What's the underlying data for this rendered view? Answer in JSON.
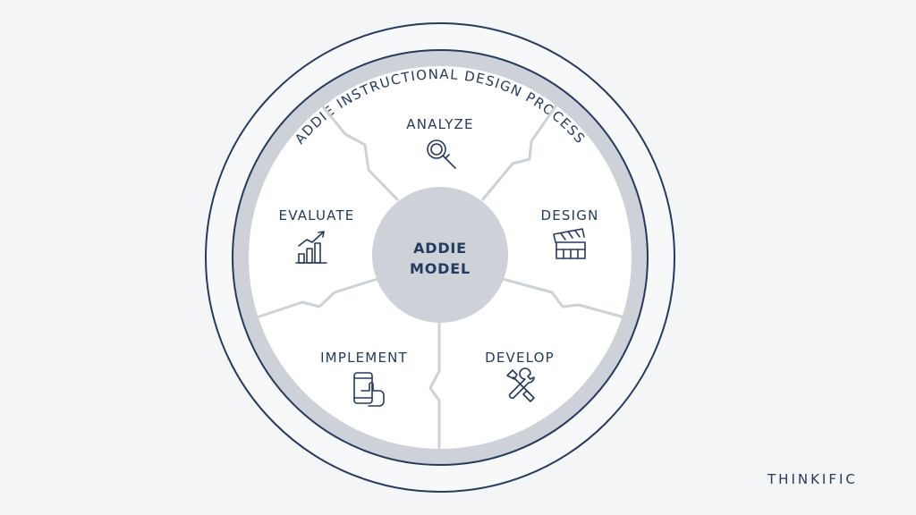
{
  "diagram": {
    "ring_title": "ADDIE INSTRUCTIONAL DESIGN PROCESS",
    "center": {
      "line1": "ADDIE",
      "line2": "MODEL"
    },
    "phases": {
      "analyze": {
        "label": "ANALYZE",
        "icon": "magnifier-icon"
      },
      "design": {
        "label": "DESIGN",
        "icon": "clapperboard-icon"
      },
      "develop": {
        "label": "DEVELOP",
        "icon": "wrench-screwdriver-icon"
      },
      "implement": {
        "label": "IMPLEMENT",
        "icon": "phone-tap-icon"
      },
      "evaluate": {
        "label": "EVALUATE",
        "icon": "growth-chart-icon"
      }
    }
  },
  "brand": {
    "name": "THINKIFIC"
  },
  "colors": {
    "background": "#f4f5f7",
    "navy": "#243a5e",
    "ring_gray": "#cdd1d8",
    "segment_white": "#ffffff",
    "center_gray": "#cdd1d8"
  }
}
